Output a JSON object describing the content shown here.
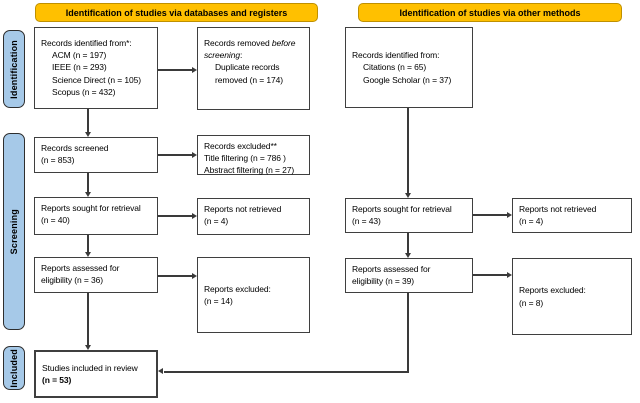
{
  "headers": {
    "left": "Identification of studies via databases and registers",
    "right": "Identification of studies via other methods"
  },
  "sidebar": {
    "identification": "Identification",
    "screening": "Screening",
    "included": "Included"
  },
  "left_flow": {
    "identified": {
      "title": "Records identified from*:",
      "items": [
        "ACM (n = 197)",
        "IEEE (n = 293)",
        "Science Direct (n = 105)",
        "Scopus (n = 432)"
      ]
    },
    "removed": {
      "pre": "Records removed ",
      "italic_a": "before",
      "italic_b": "screening",
      "post": ":",
      "item_line1": "Duplicate records",
      "item_line2": "removed  (n = 174)"
    },
    "screened": {
      "line1": "Records screened",
      "line2": "(n = 853)"
    },
    "excluded": {
      "line1": "Records excluded**",
      "line2": "Title filtering (n = 786 )",
      "line3": "Abstract filtering (n = 27)"
    },
    "sought": {
      "line1": "Reports sought for retrieval",
      "line2": "(n = 40)"
    },
    "not_retrieved": {
      "line1": "Reports not retrieved",
      "line2": "(n = 4)"
    },
    "assessed": {
      "line1": "Reports assessed for",
      "line2": "eligibility (n = 36)"
    },
    "reports_excluded": {
      "line1": "Reports excluded:",
      "line2": "(n = 14)"
    },
    "included_box": {
      "line1": "Studies included in review",
      "line2": "(n = 53)"
    }
  },
  "right_flow": {
    "identified": {
      "title": "Records identified from:",
      "items": [
        "Citations (n = 65)",
        "Google Scholar (n = 37)"
      ]
    },
    "sought": {
      "line1": "Reports sought for retrieval",
      "line2": "(n = 43)"
    },
    "not_retrieved": {
      "line1": "Reports not retrieved",
      "line2": "(n = 4)"
    },
    "assessed": {
      "line1": "Reports assessed for",
      "line2": "eligibility (n = 39)"
    },
    "reports_excluded": {
      "line1": "Reports excluded:",
      "line2": "(n = 8)"
    }
  },
  "colors": {
    "header_bg": "#FFC000",
    "header_border": "#BF9000",
    "sidebar_bg": "#A6C9E8",
    "box_border": "#3F3F3F",
    "arrow": "#3A3A3A"
  }
}
